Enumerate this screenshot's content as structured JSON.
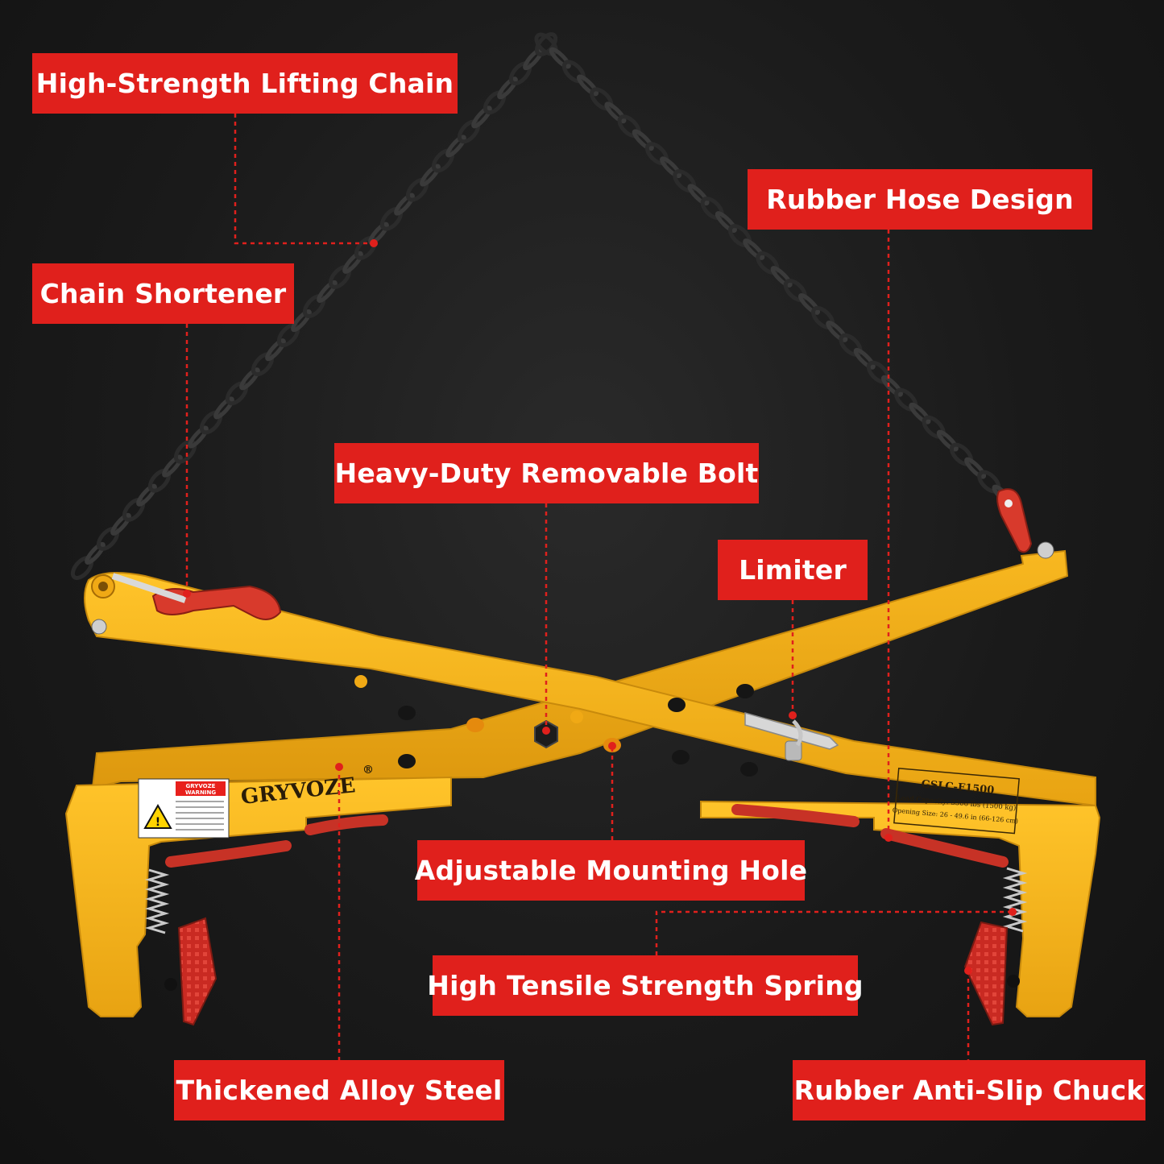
{
  "colors": {
    "background": "#1a1a1a",
    "callout": "#e0201c",
    "callout_text": "#ffffff",
    "beam": "#f5b21b",
    "chain": "#2b2b2b",
    "rubber": "#d8352a",
    "leader_line": "#e0201c"
  },
  "callouts": {
    "lifting_chain": "High-Strength Lifting Chain",
    "rubber_hose": "Rubber Hose Design",
    "chain_shortener": "Chain Shortener",
    "removable_bolt": "Heavy-Duty Removable Bolt",
    "limiter": "Limiter",
    "mounting_hole": "Adjustable Mounting Hole",
    "spring": "High Tensile Strength Spring",
    "alloy_steel": "Thickened Alloy Steel",
    "anti_slip_chuck": "Rubber Anti-Slip Chuck"
  },
  "product": {
    "brand": "GRYVOZE",
    "brand_mark": "®",
    "model": "GSLC-F1500",
    "load_capacity": "Load Capacity: 3306 lbs (1500 kg)",
    "opening_size": "Opening Size: 26 - 49.6 in (66-126 cm)",
    "warning_brand": "GRYVOZE",
    "warning_title": "WARNING"
  },
  "icons": {
    "warning": "warning-triangle-icon"
  }
}
